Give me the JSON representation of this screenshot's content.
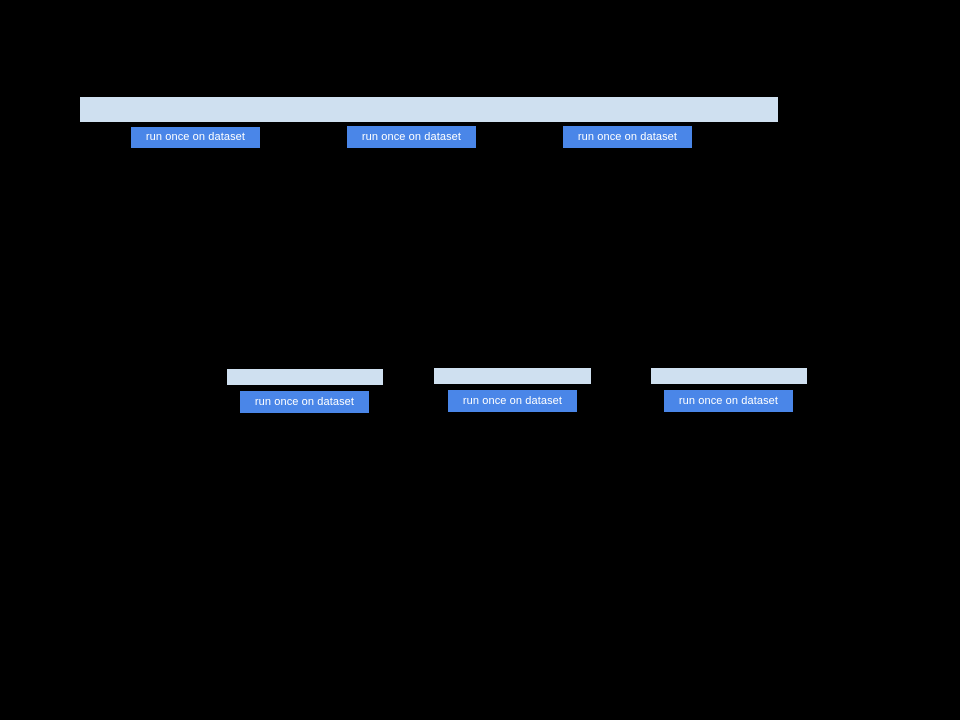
{
  "page": {
    "background_color": "#000000",
    "bar_color": "#cfe0f0",
    "button_color": "#4a86e8",
    "button_text_color": "#ffffff"
  },
  "top_section": {
    "banner": {
      "text": "",
      "color": "#cfe0f0"
    },
    "buttons": [
      {
        "label": "run once on dataset"
      },
      {
        "label": "run once on dataset"
      },
      {
        "label": "run once on dataset"
      }
    ]
  },
  "lower_section": {
    "groups": [
      {
        "bar": {
          "text": "",
          "color": "#cfe0f0"
        },
        "button": {
          "label": "run once on dataset"
        }
      },
      {
        "bar": {
          "text": "",
          "color": "#cfe0f0"
        },
        "button": {
          "label": "run once on dataset"
        }
      },
      {
        "bar": {
          "text": "",
          "color": "#cfe0f0"
        },
        "button": {
          "label": "run once on dataset"
        }
      }
    ]
  }
}
